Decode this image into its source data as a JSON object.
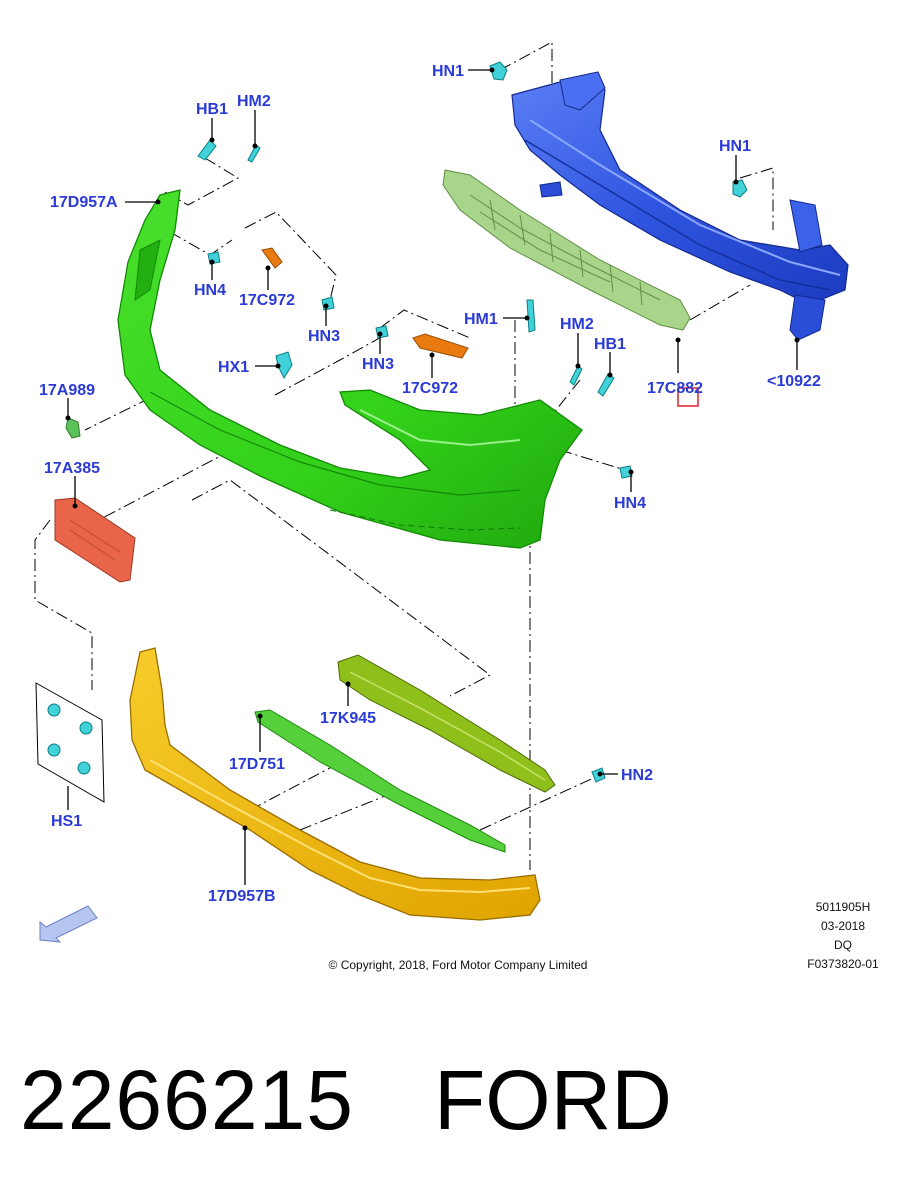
{
  "callouts": {
    "hn1_top": "HN1",
    "hn1_right": "HN1",
    "hb1_left": "HB1",
    "hm2_left": "HM2",
    "d957a": "17D957A",
    "hn4_left": "HN4",
    "c972_left": "17C972",
    "hn3_left": "HN3",
    "hn3_mid": "HN3",
    "hx1": "HX1",
    "c972_mid": "17C972",
    "hm1": "HM1",
    "hm2_right": "HM2",
    "hb1_right": "HB1",
    "c882": "17C882",
    "n10922": "<10922",
    "a989": "17A989",
    "a385": "17A385",
    "hn4_right": "HN4",
    "k945": "17K945",
    "d751": "17D751",
    "hn2": "HN2",
    "hs1": "HS1",
    "d957b": "17D957B"
  },
  "meta": {
    "code": "5011905H",
    "date": "03-2018",
    "initials": "DQ",
    "ref": "F0373820-01",
    "copyright": "© Copyright, 2018, Ford Motor Company Limited"
  },
  "footer": {
    "part_number": "2266215",
    "brand": "FORD"
  },
  "colors": {
    "callout_text": "#2b3bd6",
    "bumper_cover": "#33d11a",
    "reinforcement": "#2f55e0",
    "absorber": "#a8d58a",
    "lower_cover": "#f0b800",
    "license_bracket": "#e8654a",
    "deflector": "#8fbf1a",
    "fasteners": "#40d2d8",
    "brackets": "#e87a10",
    "highlight_box": "#e0202a"
  },
  "icons": {
    "front_arrow": "arrow-front-icon"
  }
}
